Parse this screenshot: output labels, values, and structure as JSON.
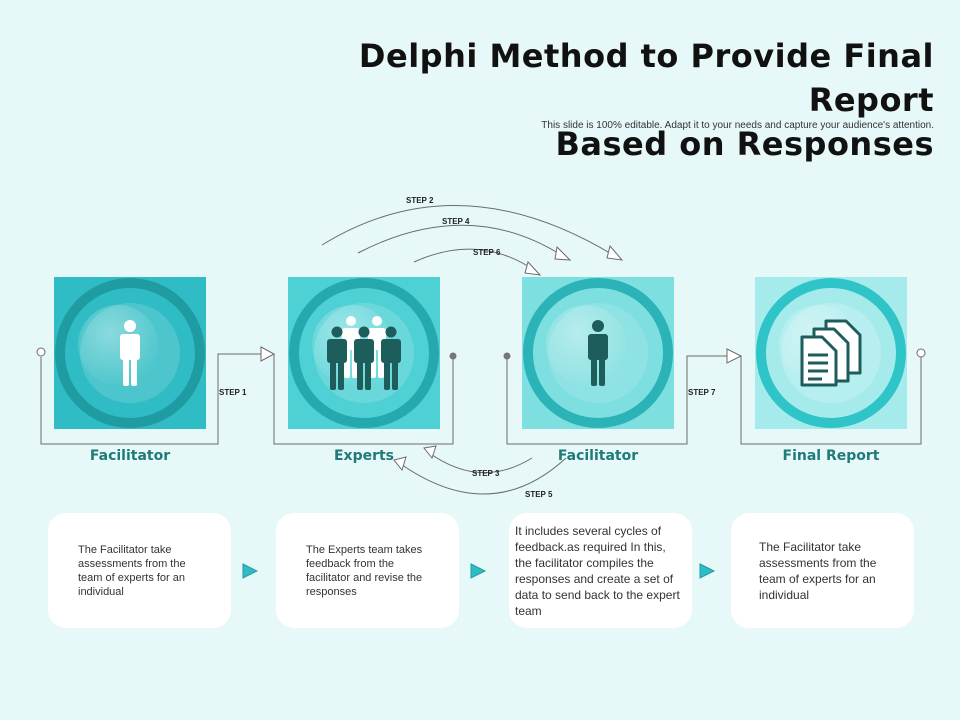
{
  "title_line1": "Delphi Method to Provide Final Report",
  "title_line2": "Based on Responses",
  "subtitle": "This slide is 100% editable. Adapt it to your needs and capture your audience's attention.",
  "steps": {
    "s1": "STEP 1",
    "s2": "STEP 2",
    "s3": "STEP 3",
    "s4": "STEP 4",
    "s5": "STEP 5",
    "s6": "STEP 6",
    "s7": "STEP 7"
  },
  "nodes": [
    {
      "label": "Facilitator",
      "icon": "person-icon",
      "color": "#2fbcc4"
    },
    {
      "label": "Experts",
      "icon": "group-icon",
      "color": "#4fd0d4"
    },
    {
      "label": "Facilitator",
      "icon": "person-icon",
      "color": "#7ddfe0"
    },
    {
      "label": "Final Report",
      "icon": "documents-icon",
      "color": "#a6ebec"
    }
  ],
  "cards": [
    "The Facilitator take assessments from the team of experts for an individual",
    "The Experts team takes feedback from the facilitator and revise the responses",
    "It includes several cycles of feedback.as required In this, the facilitator compiles the responses and create a set of data to send back to the expert team",
    "The Facilitator take assessments from the team of experts for an individual"
  ],
  "colors": {
    "accent": "#2fbcc4",
    "ring_dark": "#1f9ca2",
    "icon_dark": "#1d5e5c",
    "label": "#1f7a78"
  }
}
